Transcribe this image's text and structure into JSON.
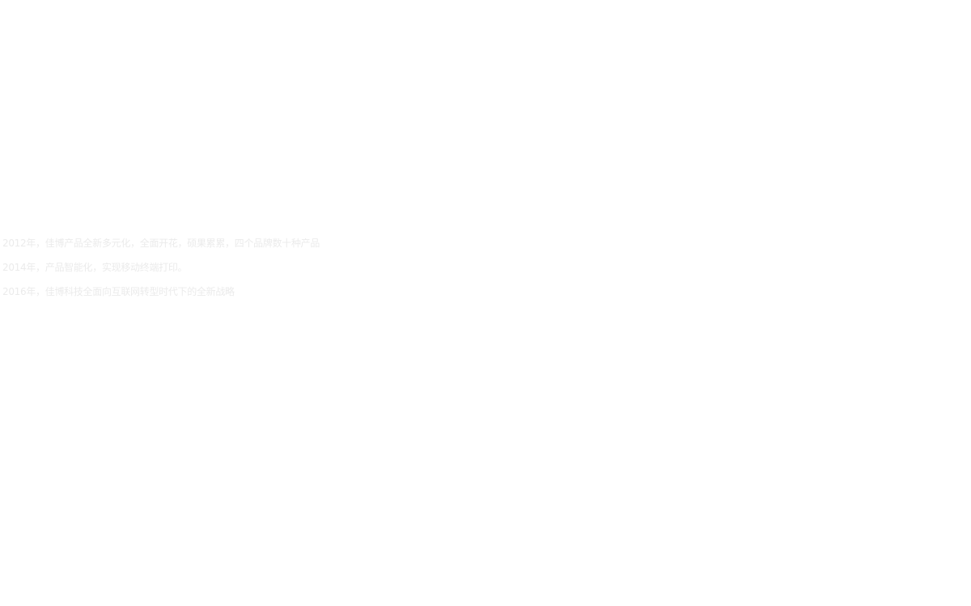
{
  "colors": {
    "background": "#ffffff",
    "text": "#ebebeb"
  },
  "timeline": {
    "items": [
      {
        "text": "2012年，佳博产品全新多元化，全面开花，硕果累累，四个品牌数十种产品"
      },
      {
        "text": "2014年，产品智能化，实现移动终端打印。"
      },
      {
        "text": "2016年，佳博科技全面向互联网转型时代下的全新战略"
      }
    ]
  }
}
